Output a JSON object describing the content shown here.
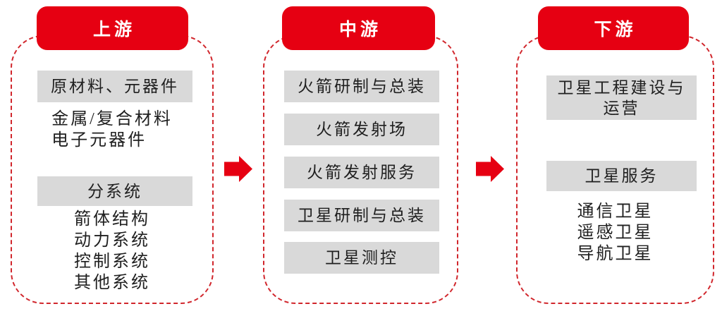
{
  "diagram_title": "industry-chain-upstream-midstream-downstream",
  "colors": {
    "accent_red": "#e60012",
    "dashed_border_red": "#d1262c",
    "box_gray": "#d9d9d9",
    "header_text": "#ffffff",
    "body_text": "#1f1f1f"
  },
  "upstream": {
    "header": "上游",
    "materials_box": "原材料、元器件",
    "materials_items": [
      "金属/复合材料",
      "电子元器件"
    ],
    "subsystems_box": "分系统",
    "subsystems_items": [
      "箭体结构",
      "动力系统",
      "控制系统",
      "其他系统"
    ]
  },
  "midstream": {
    "header": "中游",
    "boxes": [
      "火箭研制与总装",
      "火箭发射场",
      "火箭发射服务",
      "卫星研制与总装",
      "卫星测控"
    ]
  },
  "downstream": {
    "header": "下游",
    "construction_box": [
      "卫星工程建设与",
      "运营"
    ],
    "services_box": "卫星服务",
    "service_items": [
      "通信卫星",
      "遥感卫星",
      "导航卫星"
    ]
  },
  "icons": {
    "flow_arrow": "right-block-arrow"
  }
}
